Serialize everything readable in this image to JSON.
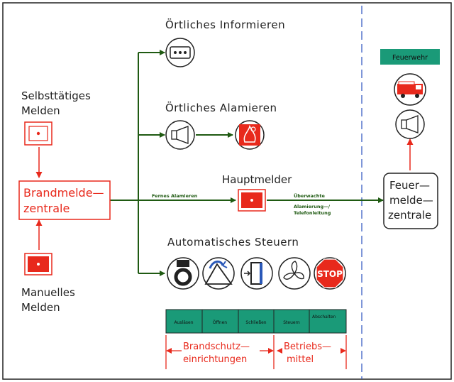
{
  "labels": {
    "oertliches_informieren": "Örtliches Informieren",
    "oertliches_alamieren": "Örtliches Alamieren",
    "selbsttaetiges_line1": "Selbsttätiges",
    "selbsttaetiges_line2": "Melden",
    "brandmeldezentrale_line1": "Brandmelde—",
    "brandmeldezentrale_line2": "zentrale",
    "fernes_alamieren": "Fernes Alamieren",
    "hauptmelder": "Hauptmelder",
    "ueberwachte_line1": "Überwachte",
    "ueberwachte_line2": "Alamierung—/",
    "ueberwachte_line3": "Telefonleitung",
    "automatisches_steuern": "Automatisches Steuern",
    "manuelles_line1": "Manuelles",
    "manuelles_line2": "Melden",
    "feuerwehr": "Feuerwehr",
    "feuermeldezentrale_line1": "Feuer—",
    "feuermeldezentrale_line2": "melde—",
    "feuermeldezentrale_line3": "zentrale",
    "stop": "STOP"
  },
  "table_cells": [
    "Ausläsen",
    "Öffnen",
    "Schließen",
    "Steuern",
    "Abschalten"
  ],
  "brackets": {
    "brandschutz_line1": "Brandschutz—",
    "brandschutz_line2": "einrichtungen",
    "betriebs_line1": "Betriebs—",
    "betriebs_line2": "mittel"
  },
  "colors": {
    "red": "#e8291c",
    "green": "#1f5a12",
    "teal": "#1a9a78",
    "frame": "#222222",
    "dashed": "#3a5fc4"
  }
}
